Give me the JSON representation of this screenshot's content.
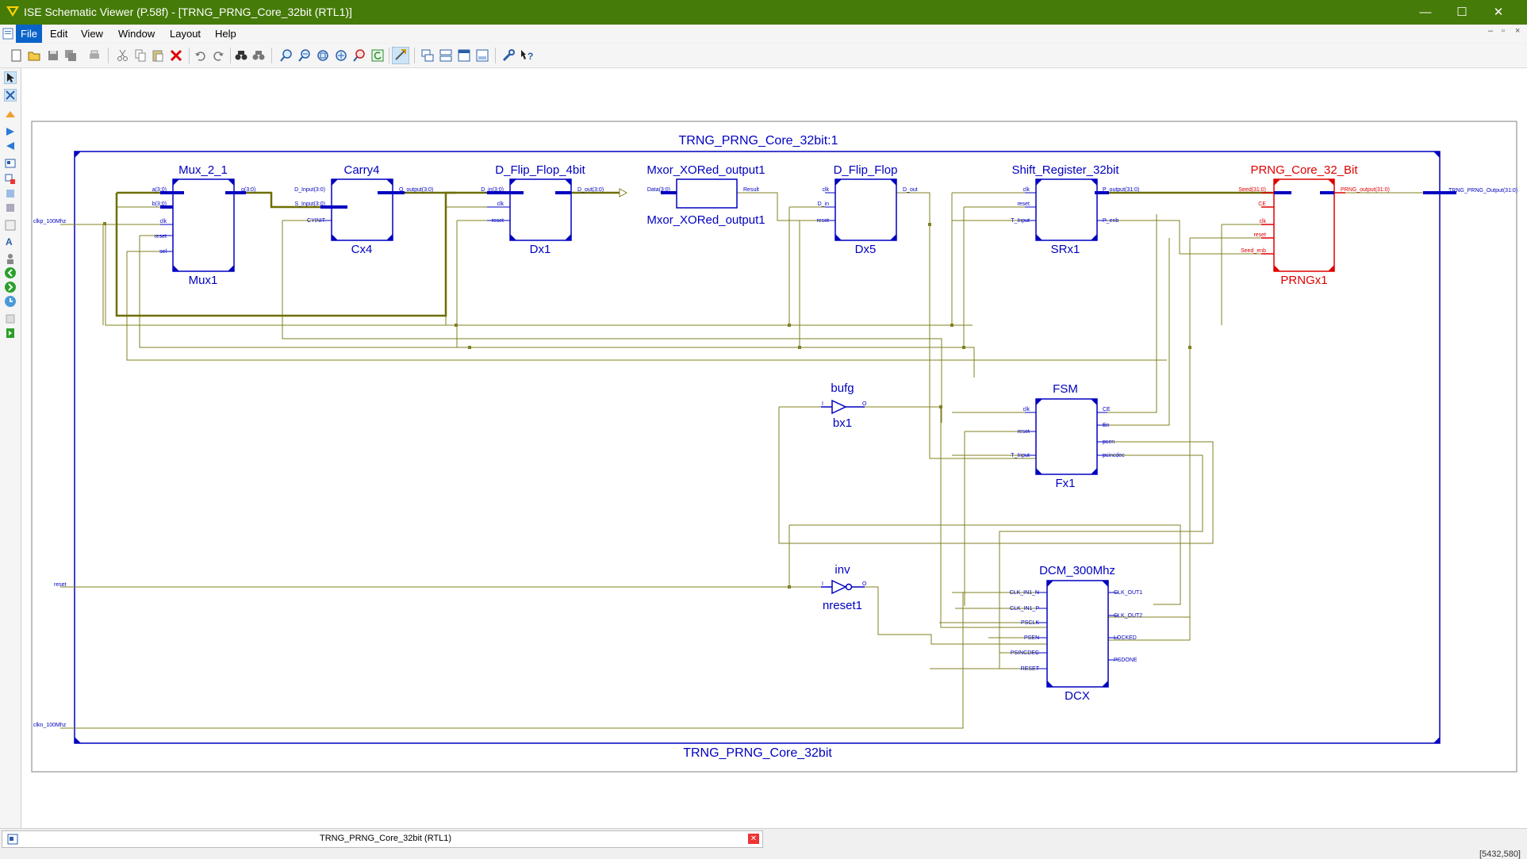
{
  "window": {
    "title": "ISE Schematic Viewer (P.58f) - [TRNG_PRNG_Core_32bit (RTL1)]",
    "minimize": "—",
    "maximize": "☐",
    "close": "✕"
  },
  "menu": {
    "items": [
      "File",
      "Edit",
      "View",
      "Window",
      "Layout",
      "Help"
    ],
    "active": "File",
    "mdi": [
      "–",
      "▫",
      "×"
    ]
  },
  "toolbar": {
    "icons": [
      "new-icon",
      "open-icon",
      "save-icon",
      "save-all-icon",
      "print-icon",
      "cut-icon",
      "copy-icon",
      "paste-icon",
      "delete-icon",
      "undo-icon",
      "redo-icon",
      "find-icon",
      "find-next-icon",
      "zoom-in-icon",
      "zoom-out-icon",
      "zoom-full-icon",
      "zoom-fit-icon",
      "zoom-selected-icon",
      "refresh-icon",
      "pan-icon",
      "cascade-icon",
      "tile-horizontal-icon",
      "tile-vertical-icon",
      "arrange-icon",
      "settings-icon",
      "help-icon"
    ]
  },
  "left_tools": {
    "icons": [
      "select-icon",
      "add-wire-icon",
      "add-net-icon",
      "expand-icon",
      "collapse-icon",
      "schematic-icon",
      "properties-icon",
      "gate-icon",
      "gate2-icon",
      "text-icon",
      "label-icon",
      "person-icon",
      "back-icon",
      "forward-icon",
      "history-icon",
      "print2-icon",
      "export-icon"
    ]
  },
  "schematic": {
    "outer_title": "TRNG_PRNG_Core_32bit:1",
    "inner_title": "TRNG_PRNG_Core_32bit",
    "ports_left": [
      "clkp_100Mhz",
      "reset",
      "clkn_100Mhz"
    ],
    "port_right": "TRNG_PRNG_Output(31:0)",
    "blocks": {
      "mux": {
        "type": "Mux_2_1",
        "inst": "Mux1",
        "pins_in": [
          "a(3:0)",
          "b(3:0)",
          "clk",
          "reset",
          "sel"
        ],
        "pins_out": [
          "o(3:0)"
        ]
      },
      "carry": {
        "type": "Carry4",
        "inst": "Cx4",
        "pins_in": [
          "D_Input(3:0)",
          "S_Input(3:0)",
          "CYINIT"
        ],
        "pins_out": [
          "O_output(3:0)"
        ]
      },
      "dff4": {
        "type": "D_Flip_Flop_4bit",
        "inst": "Dx1",
        "pins_in": [
          "D_in(3:0)",
          "clk",
          "reset"
        ],
        "pins_out": [
          "D_out(3:0)"
        ]
      },
      "mxor": {
        "type": "Mxor_XORed_output1",
        "inst": "Mxor_XORed_output1",
        "pins_in": [
          "Data(3:0)"
        ],
        "pins_out": [
          "Result"
        ]
      },
      "dff": {
        "type": "D_Flip_Flop",
        "inst": "Dx5",
        "pins_in": [
          "clk",
          "D_in",
          "reset"
        ],
        "pins_out": [
          "D_out"
        ]
      },
      "shift": {
        "type": "Shift_Register_32bit",
        "inst": "SRx1",
        "pins_in": [
          "clk",
          "reset",
          "T_Input"
        ],
        "pins_out": [
          "P_output(31:0)",
          "P_enb"
        ]
      },
      "prng": {
        "type": "PRNG_Core_32_Bit",
        "inst": "PRNGx1",
        "pins_in": [
          "Seed(31:0)",
          "CE",
          "clk",
          "reset",
          "Seed_enb"
        ],
        "pins_out": [
          "PRNG_output(31:0)"
        ]
      },
      "fsm": {
        "type": "FSM",
        "inst": "Fx1",
        "pins_in": [
          "clk",
          "reset",
          "T_Input"
        ],
        "pins_out": [
          "CE",
          "En",
          "psen",
          "psincdec"
        ]
      },
      "bufg": {
        "type": "bufg",
        "inst": "bx1",
        "pin_in": "I",
        "pin_out": "O"
      },
      "inv": {
        "type": "inv",
        "inst": "nreset1",
        "pin_in": "I",
        "pin_out": "O"
      },
      "dcm": {
        "type": "DCM_300Mhz",
        "inst": "DCX",
        "pins_in": [
          "CLK_IN1_N",
          "CLK_IN1_P",
          "PSCLK",
          "PSEN",
          "PSINCDEC",
          "RESET"
        ],
        "pins_out": [
          "CLK_OUT1",
          "CLK_OUT2",
          "LOCKED",
          "PSDONE"
        ]
      }
    }
  },
  "status": {
    "tab_label": "TRNG_PRNG_Core_32bit (RTL1)",
    "coords": "[5432,580]"
  },
  "colors": {
    "title_bar": "#457b09",
    "frame": "#0000c0",
    "wire": "#808020",
    "bus": "#6e6e00",
    "selected": "#e00000",
    "menu_active": "#0a64c8"
  }
}
